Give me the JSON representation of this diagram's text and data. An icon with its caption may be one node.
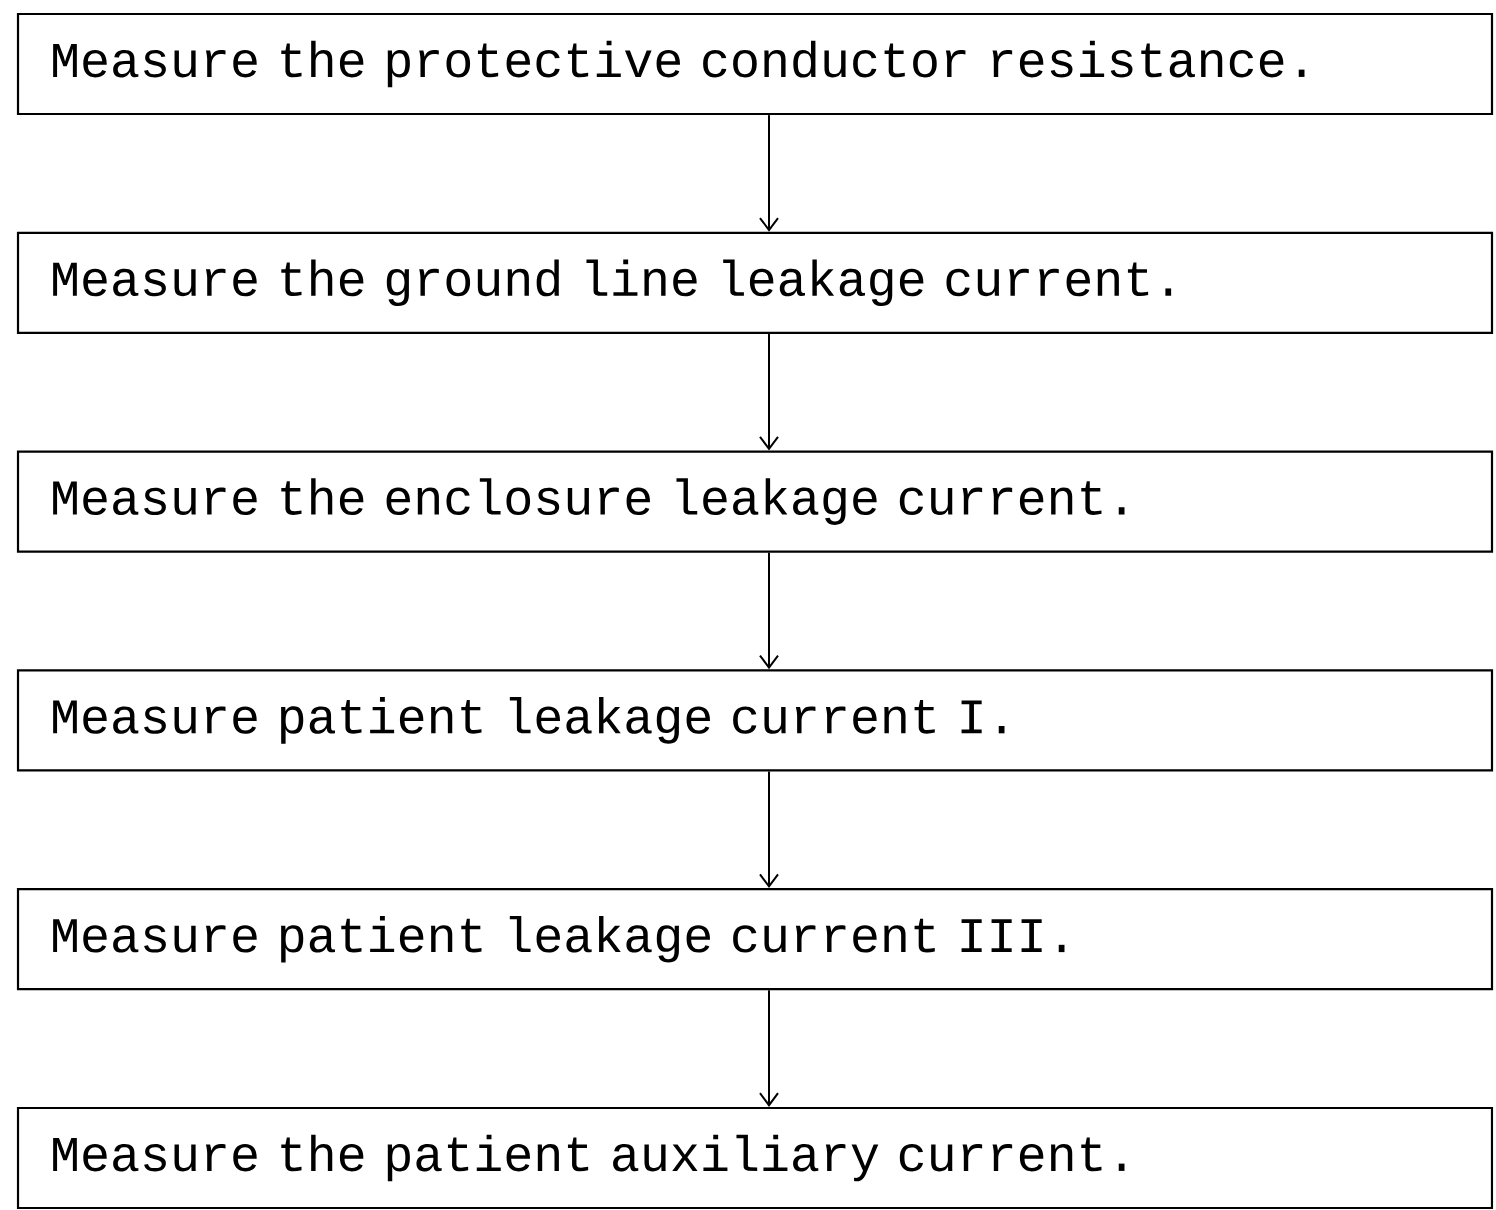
{
  "diagram": {
    "nodes": [
      {
        "text": [
          "Measure the protective conductor resistance."
        ]
      },
      {
        "text": [
          "Measure the ground line leakage current."
        ]
      },
      {
        "text": [
          "Measure the enclosure leakage current."
        ]
      },
      {
        "text": [
          "Measure patient leakage current I."
        ]
      },
      {
        "text": [
          "Measure patient leakage current III."
        ]
      },
      {
        "text": [
          "Measure the patient auxiliary current."
        ]
      }
    ],
    "edges": [
      {
        "from": 0,
        "to": 1,
        "arrow": "to"
      },
      {
        "from": 1,
        "to": 2,
        "arrow": "to"
      },
      {
        "from": 2,
        "to": 3,
        "arrow": "to"
      },
      {
        "from": 3,
        "to": 4,
        "arrow": "to"
      },
      {
        "from": 4,
        "to": 5,
        "arrow": "to"
      }
    ]
  }
}
